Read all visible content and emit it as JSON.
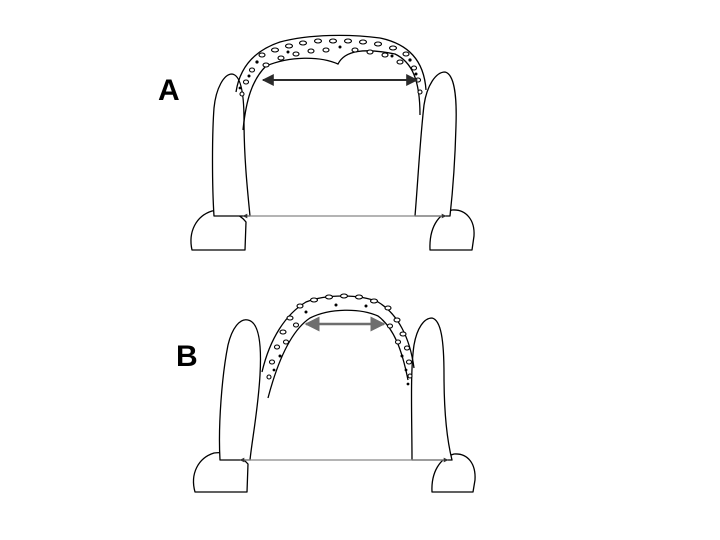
{
  "panels": [
    {
      "id": "A",
      "label": "A"
    },
    {
      "id": "B",
      "label": "B"
    }
  ],
  "colors": {
    "line": "#000000",
    "arrow_dark": "#2b2b2b",
    "arrow_gray": "#6e6e6e",
    "baseline": "#888888"
  }
}
